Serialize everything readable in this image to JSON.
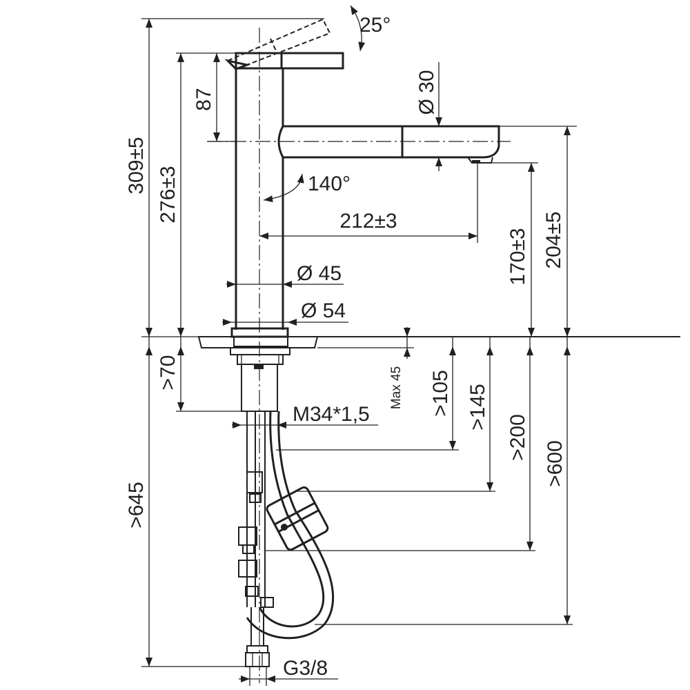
{
  "dimensions": {
    "angle_lever": "25°",
    "total_height": "309±5",
    "body_height": "276±3",
    "lever_height": "87",
    "spout_diameter": "Ø 30",
    "swivel_angle": "140°",
    "spout_reach": "212±3",
    "body_diameter": "Ø 45",
    "base_diameter": "Ø 54",
    "outlet_height": "170±3",
    "spout_top_height": "204±5",
    "min_below": ">70",
    "max_thickness": "Max 45",
    "thread": "M34*1,5",
    "min_105": ">105",
    "min_145": ">145",
    "min_200": ">200",
    "min_600": ">600",
    "min_645": ">645",
    "connection": "G3/8"
  }
}
